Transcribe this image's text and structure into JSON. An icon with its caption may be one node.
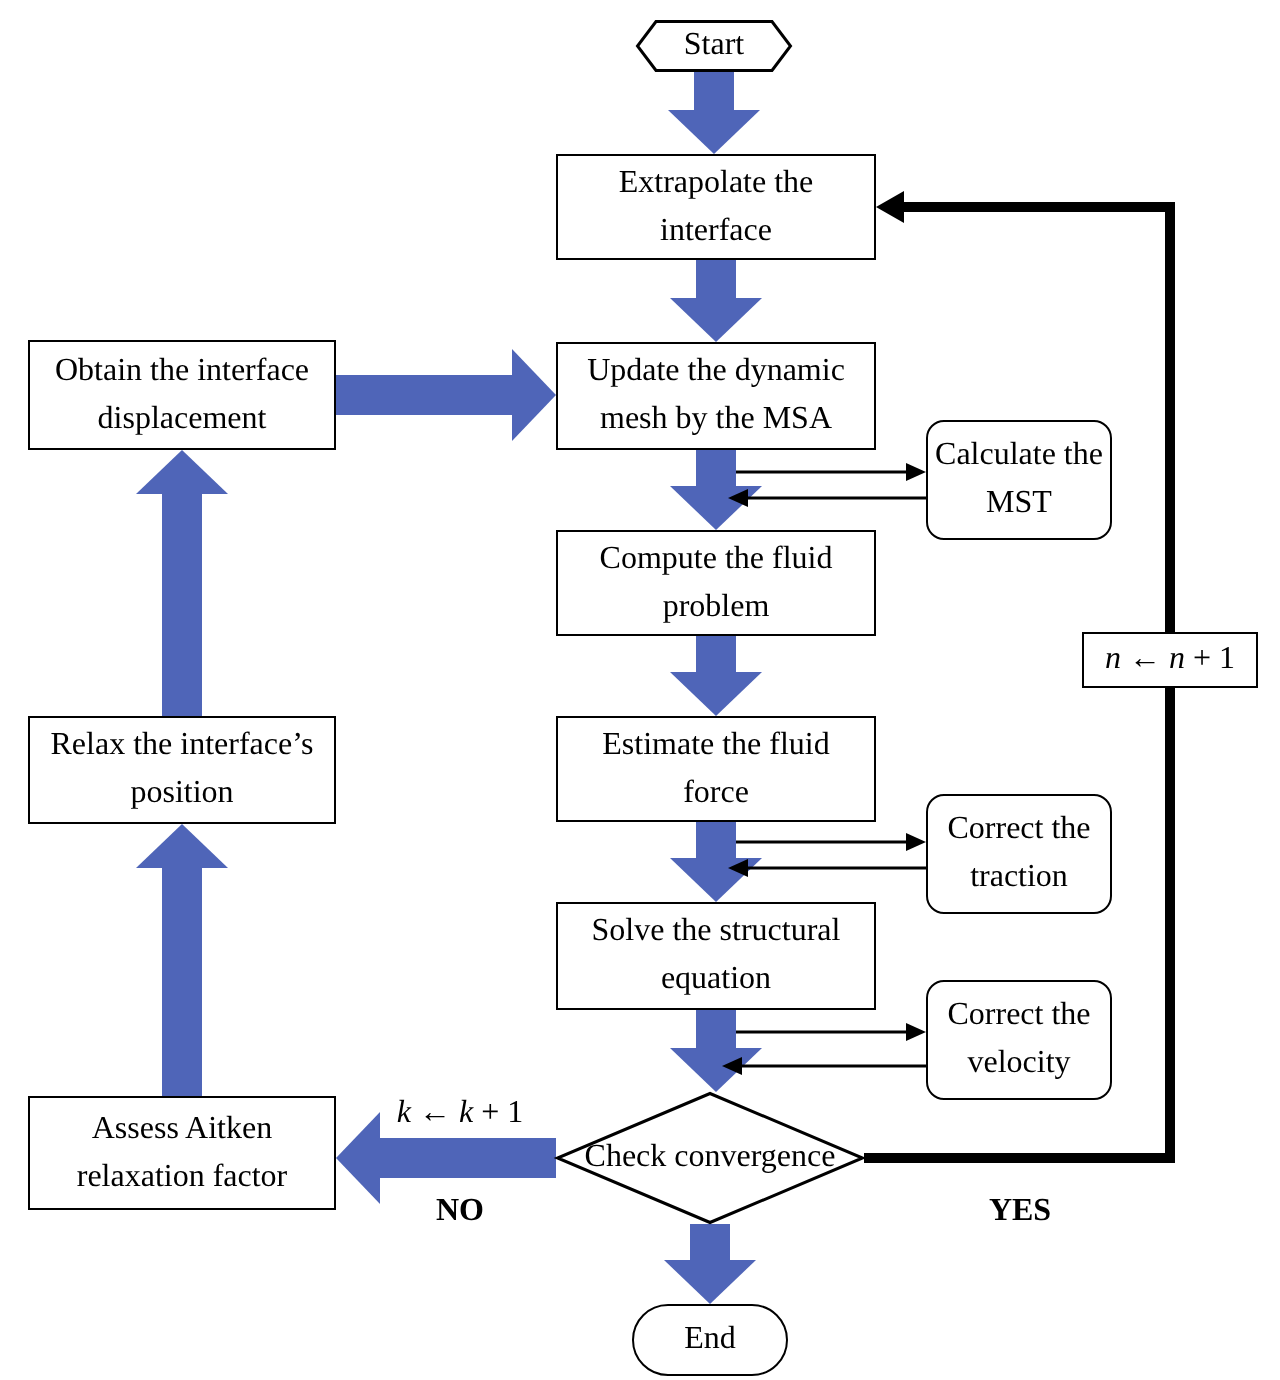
{
  "diagram": {
    "nodes": [
      {
        "text": [
          "Start"
        ]
      },
      {
        "text": [
          "Extrapolate the interface"
        ]
      },
      {
        "text": [
          "Update the dynamic mesh by the MSA"
        ]
      },
      {
        "text": [
          "Calculate the MST"
        ]
      },
      {
        "text": [
          "Compute the fluid problem"
        ]
      },
      {
        "text": [
          "Estimate the fluid force"
        ]
      },
      {
        "text": [
          "Correct the traction"
        ]
      },
      {
        "text": [
          "Solve the structural equation"
        ]
      },
      {
        "text": [
          "Correct the velocity"
        ]
      },
      {
        "text": [
          "Check convergence"
        ]
      },
      {
        "text": [
          "End"
        ]
      },
      {
        "text": [
          "Obtain the interface displacement"
        ]
      },
      {
        "text": [
          "Relax the interface’s position"
        ]
      },
      {
        "text": [
          "Assess Aitken relaxation factor"
        ]
      }
    ],
    "edges": [
      {
        "from": 0,
        "to": 1,
        "arrow": "to"
      },
      {
        "from": 1,
        "to": 2,
        "arrow": "to"
      },
      {
        "from": 2,
        "to": 4,
        "arrow": "to"
      },
      {
        "from": 4,
        "to": 5,
        "arrow": "to"
      },
      {
        "from": 5,
        "to": 7,
        "arrow": "to"
      },
      {
        "from": 7,
        "to": 9,
        "arrow": "to"
      },
      {
        "from": 9,
        "to": 10,
        "arrow": "to"
      },
      {
        "from": 9,
        "to": 13,
        "label": "*k* ← *k* + 1",
        "arrow": "to"
      },
      {
        "from": 13,
        "to": 12,
        "arrow": "to"
      },
      {
        "from": 12,
        "to": 11,
        "arrow": "to"
      },
      {
        "from": 11,
        "to": 2,
        "arrow": "to"
      },
      {
        "from": 9,
        "to": 1,
        "label": "*n* ← *n* + 1",
        "arrow": "to",
        "color": "#000000"
      },
      {
        "from": 2,
        "to": 3,
        "arrow": "to",
        "color": "#000000"
      },
      {
        "from": 3,
        "to": 4,
        "arrow": "to",
        "color": "#000000"
      },
      {
        "from": 5,
        "to": 6,
        "arrow": "to",
        "color": "#000000"
      },
      {
        "from": 6,
        "to": 7,
        "arrow": "to",
        "color": "#000000"
      },
      {
        "from": 7,
        "to": 8,
        "arrow": "to",
        "color": "#000000"
      },
      {
        "from": 8,
        "to": 9,
        "arrow": "to",
        "color": "#000000"
      }
    ],
    "labels": [
      "NO",
      "YES"
    ]
  }
}
